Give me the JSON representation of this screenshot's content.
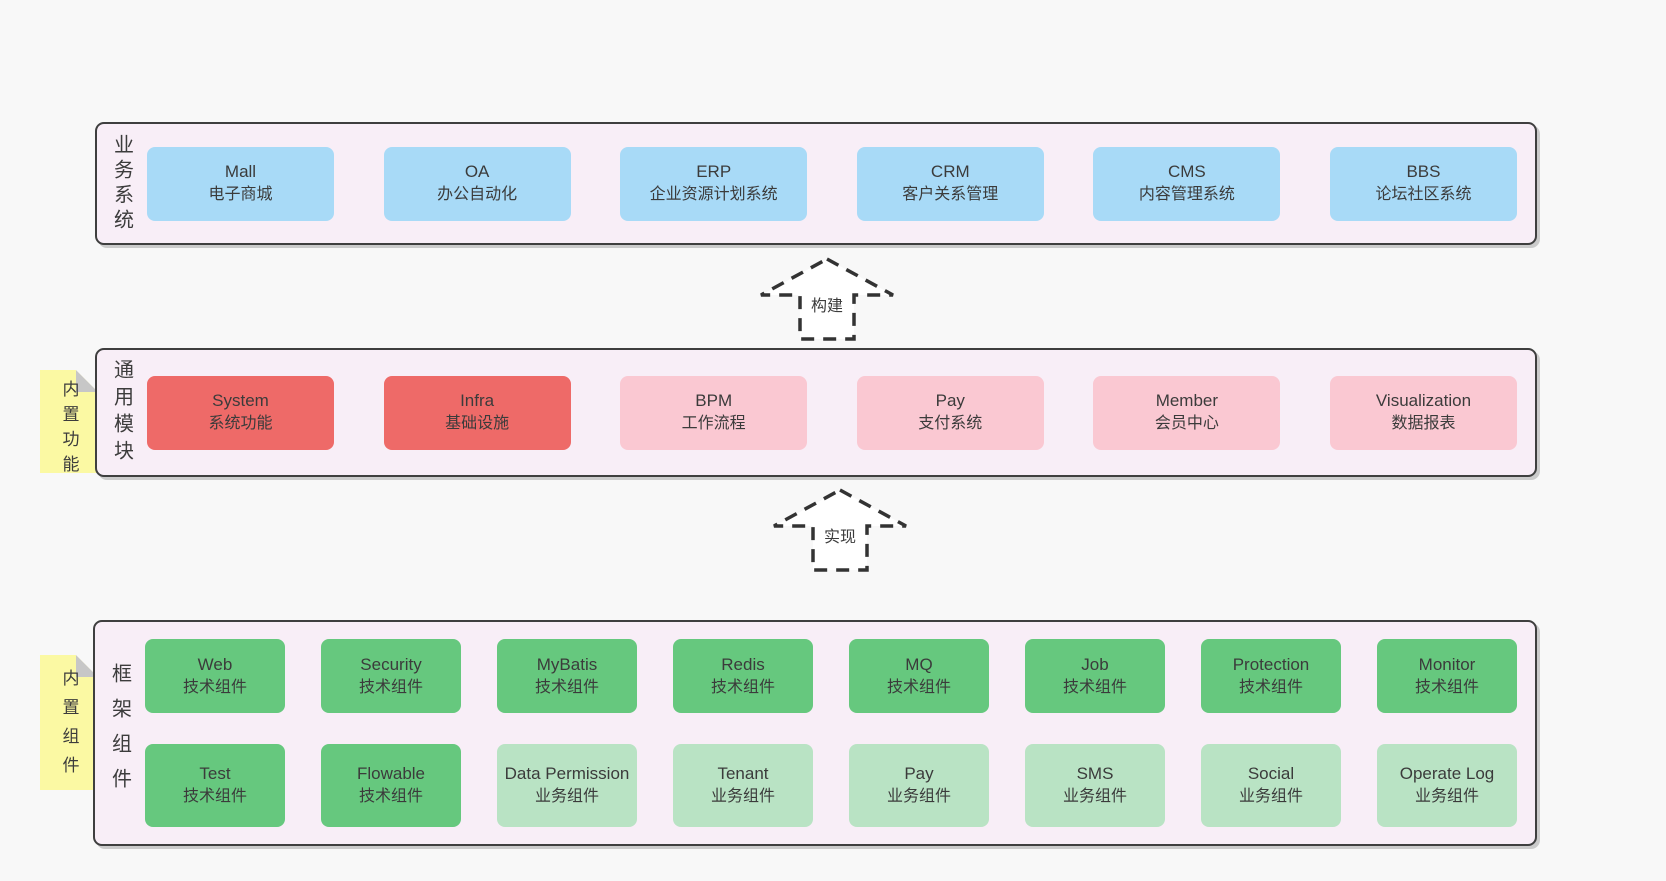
{
  "colors": {
    "page_bg": "#f8f8f8",
    "container_bg": "#f8eef7",
    "container_border": "#3f3f3f",
    "blue_box": "#a8daf7",
    "red_box": "#ee6a68",
    "pink_box": "#fac8d2",
    "green_dark_box": "#66c87e",
    "green_light_box": "#b9e3c4",
    "sticky_yellow": "#fbf9a3",
    "sticky_fold_gray": "#c7c7c7",
    "text": "#3b3b3b"
  },
  "arrows": {
    "build": "构建",
    "implement": "实现"
  },
  "layers": {
    "business": {
      "side_label": "业务系统",
      "boxes": [
        {
          "title": "Mall",
          "subtitle": "电子商城",
          "variant": "blue"
        },
        {
          "title": "OA",
          "subtitle": "办公自动化",
          "variant": "blue"
        },
        {
          "title": "ERP",
          "subtitle": "企业资源计划系统",
          "variant": "blue"
        },
        {
          "title": "CRM",
          "subtitle": "客户关系管理",
          "variant": "blue"
        },
        {
          "title": "CMS",
          "subtitle": "内容管理系统",
          "variant": "blue"
        },
        {
          "title": "BBS",
          "subtitle": "论坛社区系统",
          "variant": "blue"
        }
      ]
    },
    "modules": {
      "side_label": "通用模块",
      "sticky_label": "内置功能",
      "boxes": [
        {
          "title": "System",
          "subtitle": "系统功能",
          "variant": "red"
        },
        {
          "title": "Infra",
          "subtitle": "基础设施",
          "variant": "red"
        },
        {
          "title": "BPM",
          "subtitle": "工作流程",
          "variant": "pink"
        },
        {
          "title": "Pay",
          "subtitle": "支付系统",
          "variant": "pink"
        },
        {
          "title": "Member",
          "subtitle": "会员中心",
          "variant": "pink"
        },
        {
          "title": "Visualization",
          "subtitle": "数据报表",
          "variant": "pink"
        }
      ]
    },
    "components": {
      "side_label": "框架组件",
      "sticky_label": "内置组件",
      "row1": [
        {
          "title": "Web",
          "subtitle": "技术组件",
          "variant": "green-dark"
        },
        {
          "title": "Security",
          "subtitle": "技术组件",
          "variant": "green-dark"
        },
        {
          "title": "MyBatis",
          "subtitle": "技术组件",
          "variant": "green-dark"
        },
        {
          "title": "Redis",
          "subtitle": "技术组件",
          "variant": "green-dark"
        },
        {
          "title": "MQ",
          "subtitle": "技术组件",
          "variant": "green-dark"
        },
        {
          "title": "Job",
          "subtitle": "技术组件",
          "variant": "green-dark"
        },
        {
          "title": "Protection",
          "subtitle": "技术组件",
          "variant": "green-dark"
        },
        {
          "title": "Monitor",
          "subtitle": "技术组件",
          "variant": "green-dark"
        }
      ],
      "row2": [
        {
          "title": "Test",
          "subtitle": "技术组件",
          "variant": "green-dark"
        },
        {
          "title": "Flowable",
          "subtitle": "技术组件",
          "variant": "green-dark"
        },
        {
          "title": "Data Permission",
          "subtitle": "业务组件",
          "variant": "green-light"
        },
        {
          "title": "Tenant",
          "subtitle": "业务组件",
          "variant": "green-light"
        },
        {
          "title": "Pay",
          "subtitle": "业务组件",
          "variant": "green-light"
        },
        {
          "title": "SMS",
          "subtitle": "业务组件",
          "variant": "green-light"
        },
        {
          "title": "Social",
          "subtitle": "业务组件",
          "variant": "green-light"
        },
        {
          "title": "Operate Log",
          "subtitle": "业务组件",
          "variant": "green-light"
        }
      ]
    }
  }
}
